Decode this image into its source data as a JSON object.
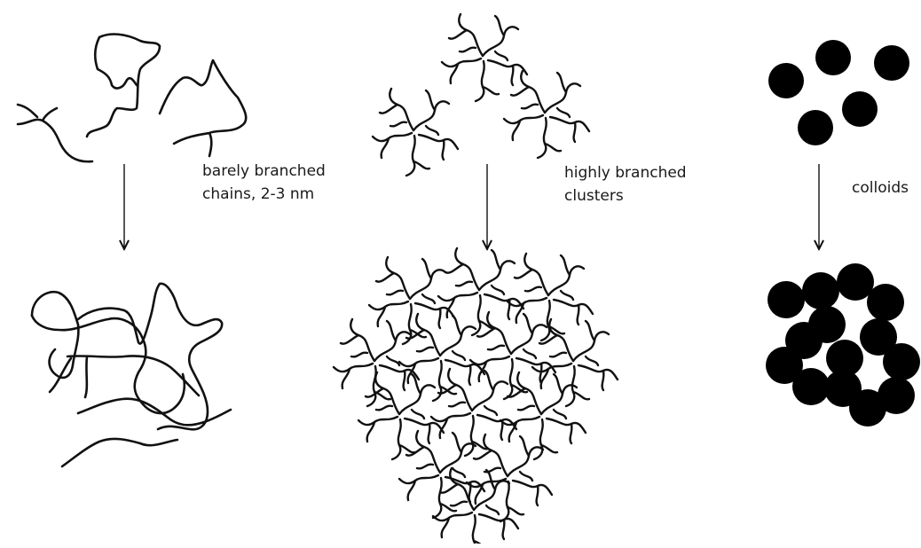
{
  "labels": {
    "chains": [
      "barely branched",
      "chains, 2-3 nm"
    ],
    "clusters": [
      "highly branched",
      "clusters"
    ],
    "colloids": "colloids"
  },
  "colors": {
    "ink": "#111111",
    "particle": "#000000"
  }
}
